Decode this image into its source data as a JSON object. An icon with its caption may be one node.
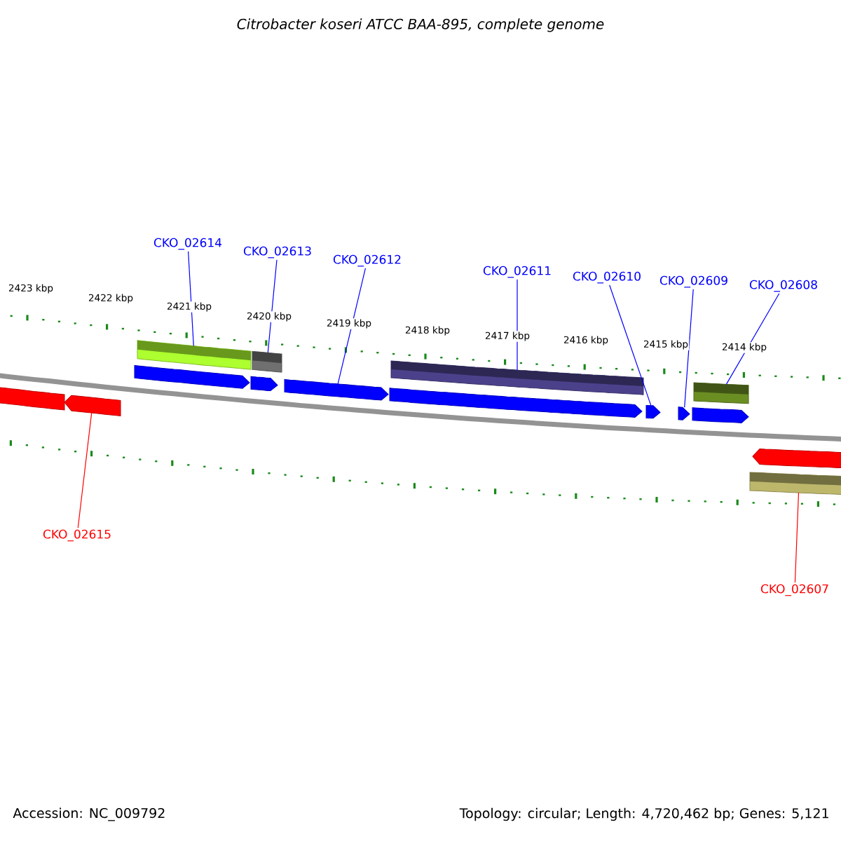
{
  "diagram": {
    "title": "Citrobacter koseri ATCC BAA-895, complete genome",
    "nodes": [
      {
        "text": [
          "CKO_02614"
        ]
      },
      {
        "text": [
          "CKO_02613"
        ]
      },
      {
        "text": [
          "CKO_02612"
        ]
      },
      {
        "text": [
          "CKO_02611"
        ]
      },
      {
        "text": [
          "CKO_02610"
        ]
      },
      {
        "text": [
          "CKO_02609"
        ]
      },
      {
        "text": [
          "CKO_02608"
        ]
      },
      {
        "text": [
          "CKO_02615"
        ]
      },
      {
        "text": [
          "CKO_02607"
        ]
      },
      {
        "text": [],
        "shape": "pentagon"
      },
      {
        "text": [],
        "shape": "pentagon"
      },
      {
        "text": [],
        "shape": "pentagon"
      },
      {
        "text": [],
        "shape": "bar"
      },
      {
        "text": [],
        "shape": "pentagon"
      },
      {
        "text": [],
        "shape": "bar"
      },
      {
        "text": [],
        "shape": "pentagon"
      },
      {
        "text": [],
        "shape": "pentagon"
      },
      {
        "text": [],
        "shape": "bar"
      },
      {
        "text": [],
        "shape": "pentagon"
      },
      {
        "text": [],
        "shape": "pentagon"
      },
      {
        "text": [],
        "shape": "pentagon"
      },
      {
        "text": [],
        "shape": "bar"
      },
      {
        "text": [],
        "shape": "bar"
      },
      {
        "text": [],
        "shape": "pentagon"
      }
    ],
    "edges": [
      {
        "from": 0,
        "to": 12,
        "arrow": "none"
      },
      {
        "from": 1,
        "to": 14,
        "arrow": "none"
      },
      {
        "from": 2,
        "to": 15,
        "arrow": "none"
      },
      {
        "from": 3,
        "to": 17,
        "arrow": "none"
      },
      {
        "from": 4,
        "to": 18,
        "arrow": "none"
      },
      {
        "from": 5,
        "to": 19,
        "arrow": "none"
      },
      {
        "from": 6,
        "to": 21,
        "arrow": "none"
      },
      {
        "from": 7,
        "to": 10,
        "arrow": "none",
        "color": "#ff0000"
      },
      {
        "from": 8,
        "to": 22,
        "arrow": "none",
        "color": "#ff0000"
      }
    ],
    "labels": [
      "2423 kbp",
      "2422 kbp",
      "2421 kbp",
      "2420 kbp",
      "2419 kbp",
      "2418 kbp",
      "2417 kbp",
      "2416 kbp",
      "2415 kbp",
      "2414 kbp",
      "Accession: NC_009792",
      "Topology: circular; Length: 4,720,462 bp; Genes: 5,121"
    ]
  }
}
